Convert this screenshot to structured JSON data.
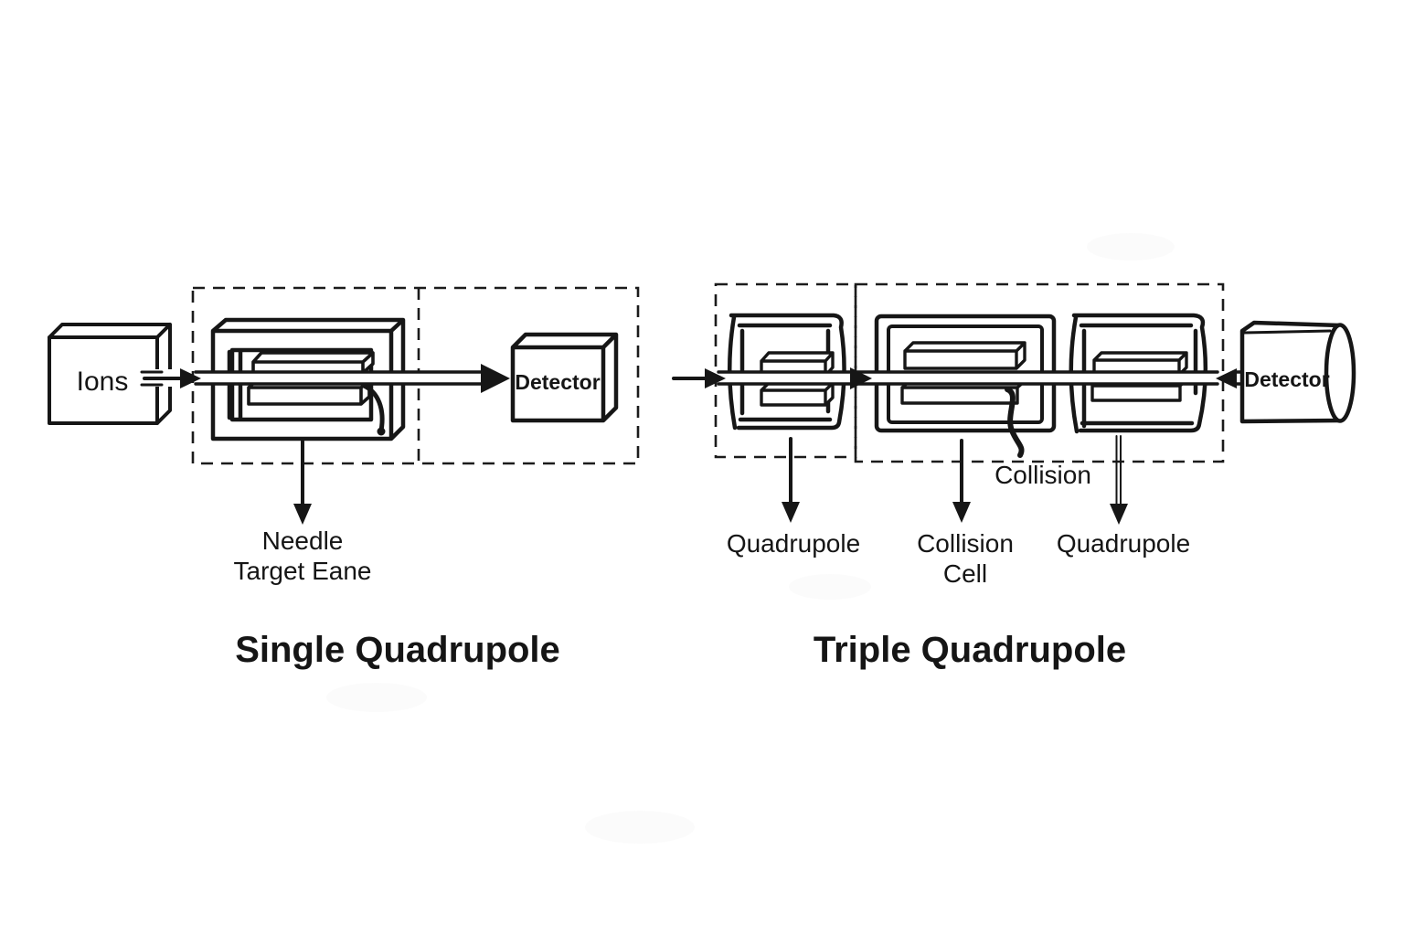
{
  "page": {
    "background": "#ffffff",
    "ink_color": "#161616"
  },
  "single_quadrupole": {
    "title": "Single Quadrupole",
    "ion_source_label": "Ions",
    "detector_label": "Detector",
    "pointer_label_line1": "Needle",
    "pointer_label_line2": "Target Eane"
  },
  "triple_quadrupole": {
    "title": "Triple Quadrupole",
    "detector_label": "Detector",
    "collision_annotation": "Collision",
    "quadrupole1_label": "Quadrupole",
    "collision_cell_label_line1": "Collision",
    "collision_cell_label_line2": "Cell",
    "quadrupole3_label": "Quadrupole"
  }
}
